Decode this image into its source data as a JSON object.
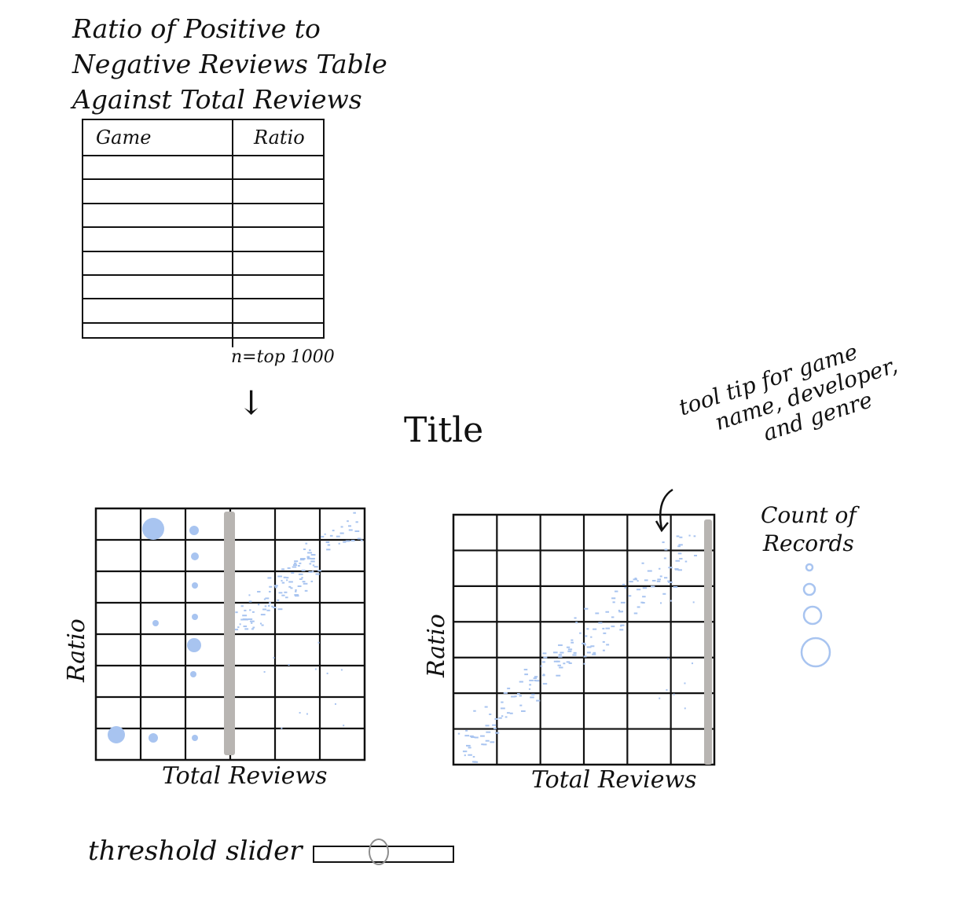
{
  "table_title": [
    "Ratio of Positive to",
    "Negative Reviews Table",
    "Against Total Reviews"
  ],
  "table": {
    "columns": [
      "Game",
      "Ratio"
    ],
    "empty_rows": 8
  },
  "n_note": "n=top 1000",
  "arrow": "↓",
  "main_title": "Title",
  "tooltip_note": [
    "tool tip for game",
    "name, developer,",
    "and genre"
  ],
  "legend": {
    "title": [
      "Count of",
      "Records"
    ]
  },
  "charts": [
    {
      "ylabel": "Ratio",
      "xlabel": "Total Reviews"
    },
    {
      "ylabel": "Ratio",
      "xlabel": "Total Reviews"
    }
  ],
  "slider": {
    "label": "threshold slider",
    "value": 0.47
  },
  "colors": {
    "points": "#a8c4f0",
    "threshold_bar": "#b8b5b2",
    "ink": "#111111"
  }
}
